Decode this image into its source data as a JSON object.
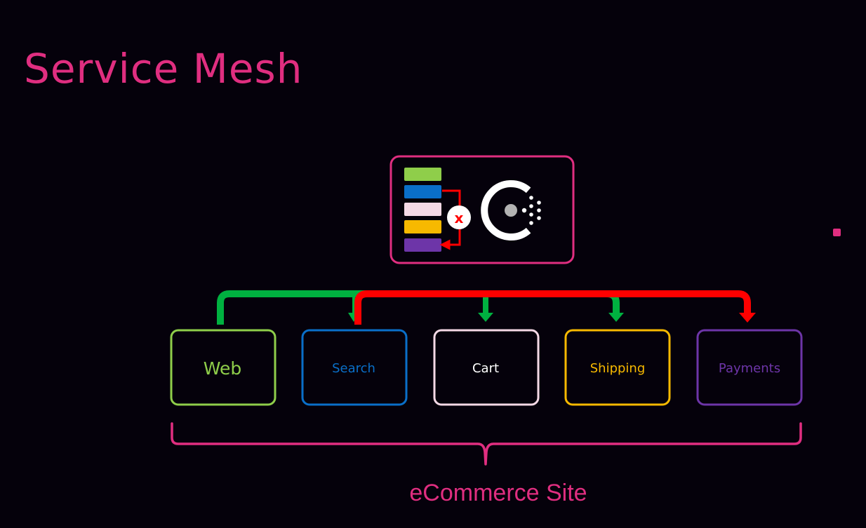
{
  "slide": {
    "title": "Service Mesh",
    "footer": "eCommerce Site"
  },
  "colors": {
    "background": "#05010b",
    "accent": "#e02e80",
    "allow": "#00b140",
    "deny": "#ff0000"
  },
  "registry": {
    "icon": "consul-logo-icon",
    "blocked_marker": "x"
  },
  "services": [
    {
      "name": "Web",
      "color": "#8fce4a"
    },
    {
      "name": "Search",
      "color": "#0a6fc9"
    },
    {
      "name": "Cart",
      "color": "#f5d9e6"
    },
    {
      "name": "Shipping",
      "color": "#f7b900"
    },
    {
      "name": "Payments",
      "color": "#6d35a8"
    }
  ]
}
